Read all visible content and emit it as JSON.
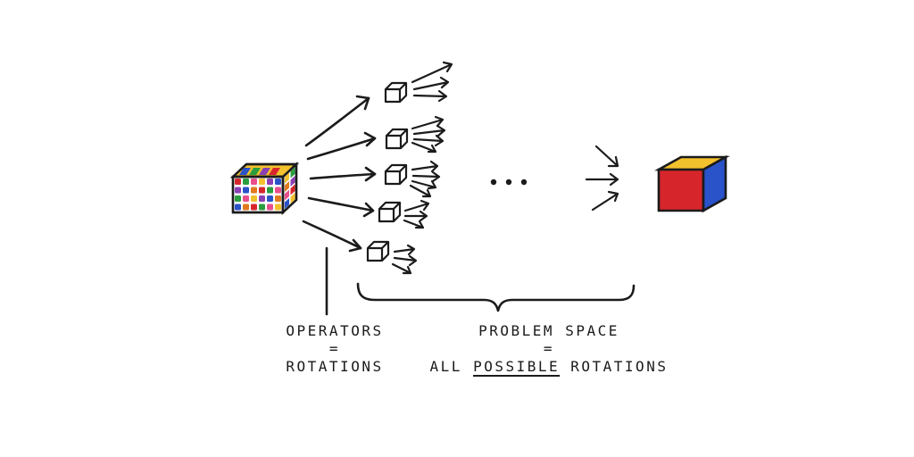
{
  "diagram": {
    "start_cube": {
      "name": "scrambled-cube",
      "sticker_colors": [
        "#d7262b",
        "#2a52c9",
        "#f2c12e",
        "#2a9d3e",
        "#e07a1f",
        "#8a3fb5",
        "#e94f8a"
      ]
    },
    "goal_cube": {
      "name": "solved-cube",
      "top_color": "#f2c12e",
      "front_color": "#d7262b",
      "side_color": "#2a52c9"
    },
    "intermediate_cube_count_visible": 5,
    "ellipsis": "...",
    "labels": {
      "operators": {
        "line1": "OPERATORS",
        "line2": "=",
        "line3": "ROTATIONS"
      },
      "problem_space": {
        "line1": "PROBLEM SPACE",
        "line2": "=",
        "line3_prefix": "ALL ",
        "line3_emphasis": "POSSIBLE",
        "line3_suffix": " ROTATIONS"
      }
    },
    "ink_color": "#1b1b1b"
  }
}
